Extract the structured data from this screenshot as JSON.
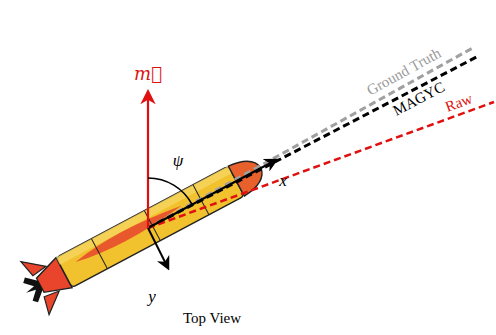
{
  "diagram": {
    "caption": "Top View",
    "labels": [
      "Ground Truth",
      "MAGYC",
      "Raw",
      "m⃗",
      "ψ",
      "x",
      "y"
    ]
  }
}
